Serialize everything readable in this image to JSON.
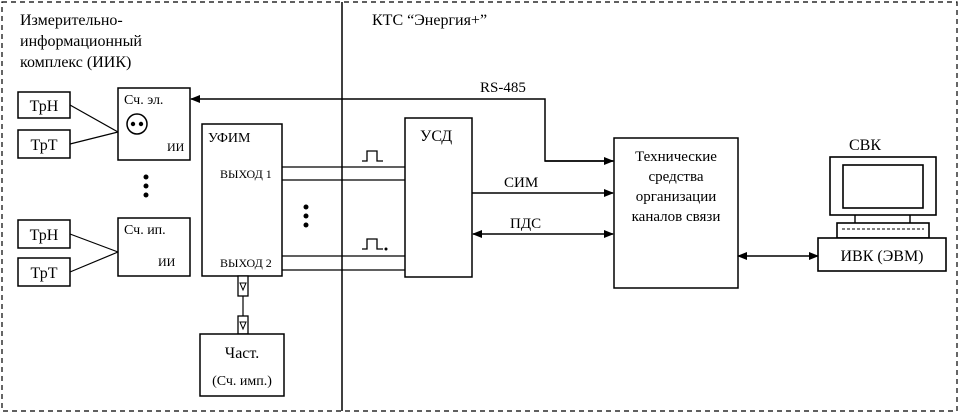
{
  "regions": {
    "iik_title": [
      "Измерительно-",
      "информационный",
      "комплекс  (ИИК)"
    ],
    "kts_title": "КТС “Энергия+”"
  },
  "sensors": {
    "trn_top": "ТрН",
    "trt_top": "ТрТ",
    "trn_bottom": "ТрН",
    "trt_bottom": "ТрТ"
  },
  "meters": {
    "electric": "Сч. эл.",
    "electric_ii": "ИИ",
    "pulse": "Сч. ип.",
    "pulse_ii": "ИИ"
  },
  "ufim": {
    "title": "УФИМ",
    "out1": "ВЫХОД 1",
    "out2": "ВЫХОД 2"
  },
  "chast": [
    "Част.",
    "(Сч. имп.)"
  ],
  "usd": "УСД",
  "tech": [
    "Технические",
    "средства",
    "организации",
    "каналов связи"
  ],
  "links": {
    "rs485": "RS-485",
    "sim": "СИМ",
    "pds": "ПДС"
  },
  "svk": "СВК",
  "ivk": "ИВК (ЭВМ)"
}
